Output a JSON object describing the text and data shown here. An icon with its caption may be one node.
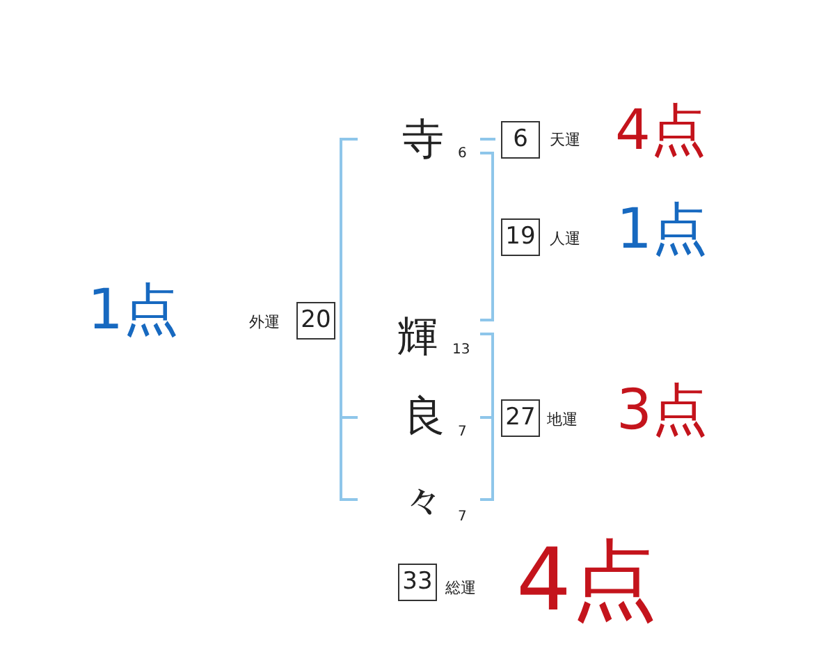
{
  "diagram": {
    "nodes": [
      {
        "text": [
          "6"
        ],
        "beside": [
          "天運",
          "4点"
        ]
      },
      {
        "text": [
          "19"
        ],
        "beside": [
          "人運",
          "1点"
        ]
      },
      {
        "text": [
          "20"
        ],
        "beside": [
          "外運",
          "1点"
        ]
      },
      {
        "text": [
          "27"
        ],
        "beside": [
          "地運",
          "3点"
        ]
      },
      {
        "text": [
          "33"
        ],
        "beside": [
          "総運",
          "4点"
        ]
      }
    ],
    "labels": [
      "寺",
      "6",
      "輝",
      "13",
      "良",
      "7",
      "々",
      "7"
    ]
  }
}
